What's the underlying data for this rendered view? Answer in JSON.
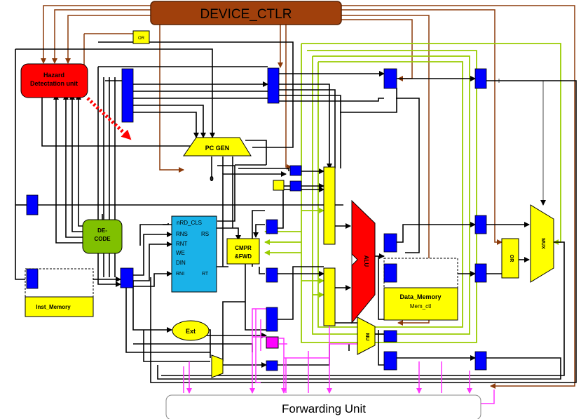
{
  "blocks": {
    "device_ctlr": "DEVICE_CTLR",
    "hazard_line1": "Hazard",
    "hazard_line2": "Detectation unit",
    "or_small": "OR",
    "pc_gen": "PC GEN",
    "pc_zero": "0",
    "decode_line1": "DE-",
    "decode_line2": "CODE",
    "regfile_title": "nRD_CLS",
    "regfile_rns": "RNS",
    "regfile_rs": "RS",
    "regfile_rnt": "RNT",
    "regfile_we": "WE",
    "regfile_din": "DIN",
    "regfile_rni": "RNI",
    "regfile_rt": "RT",
    "cmpr_line1": "CMPR",
    "cmpr_line2": "&FWD",
    "inst_memory": "Inst_Memory",
    "ext": "Ext",
    "alu": "ALU",
    "mu": "MU",
    "data_memory": "Data_Memory",
    "mem_ctl": "Mem_ctl",
    "or_right": "OR",
    "mux": "MUX",
    "forwarding_unit": "Forwarding Unit"
  },
  "colors": {
    "device_ctlr_fill": "#a0400c",
    "hazard_fill": "#ff0000",
    "block_yellow": "#ffff00",
    "decode_fill": "#80c000",
    "regfile_fill": "#1ab2e8",
    "pipeline_reg": "#0000ff",
    "alu_fill": "#ff0000",
    "magenta_reg": "#ff00ff",
    "wire_black": "#000000",
    "wire_brown": "#8b3a0a",
    "wire_green": "#99cc00",
    "wire_magenta": "#ff33ff",
    "wire_gray": "#888888"
  }
}
